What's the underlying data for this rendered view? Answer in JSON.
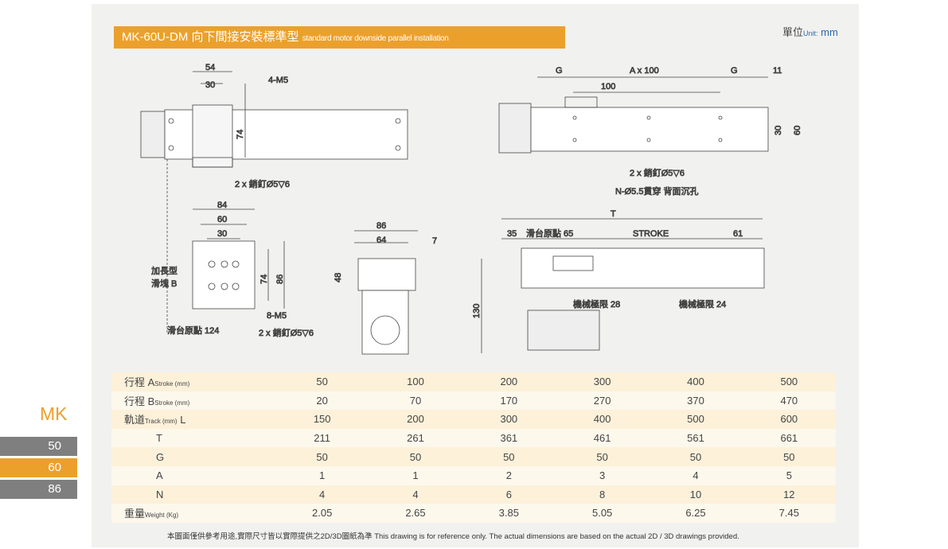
{
  "header": {
    "title_main": "MK-60U-DM 向下間接安裝標準型",
    "title_sub": "standard motor downside parallel installation",
    "unit_label": "單位",
    "unit_en": "Unit:",
    "unit_value": "mm"
  },
  "drawing": {
    "d54": "54",
    "d30": "30",
    "m5": "4-M5",
    "d74": "74",
    "pin1": "2 x 銷釘Ø5▽6",
    "d84": "84",
    "d60": "60",
    "d30b": "30",
    "d74b": "74",
    "d86": "86",
    "long_slider": "加長型",
    "slider_b": "滑塊 B",
    "m8": "8-M5",
    "pin2": "2 x 銷釘Ø5▽6",
    "origin124": "滑台原點 124",
    "w86": "86",
    "w64": "64",
    "w7": "7",
    "h48": "48",
    "G1": "G",
    "Ax100": "A x 100",
    "G2": "G",
    "d11": "11",
    "d100": "100",
    "d30c": "30",
    "d60c": "60",
    "pin3": "2 x 銷釘Ø5▽6",
    "hole": "N-Ø5.5貫穿 背面沉孔",
    "T": "T",
    "d35": "35",
    "origin65": "滑台原點 65",
    "stroke": "STROKE",
    "d61": "61",
    "h130": "130",
    "limit28": "機械極限 28",
    "limit24": "機械極限 24"
  },
  "table": {
    "rows": [
      {
        "label": "行程 A",
        "sub": "Stroke (mm)",
        "values": [
          "50",
          "100",
          "200",
          "300",
          "400",
          "500"
        ]
      },
      {
        "label": "行程 B",
        "sub": "Stroke (mm)",
        "values": [
          "20",
          "70",
          "170",
          "270",
          "370",
          "470"
        ]
      },
      {
        "label": "軌道",
        "sub": "Track (mm)",
        "suffix": " L",
        "values": [
          "150",
          "200",
          "300",
          "400",
          "500",
          "600"
        ]
      },
      {
        "label": "T",
        "values": [
          "211",
          "261",
          "361",
          "461",
          "561",
          "661"
        ]
      },
      {
        "label": "G",
        "values": [
          "50",
          "50",
          "50",
          "50",
          "50",
          "50"
        ]
      },
      {
        "label": "A",
        "values": [
          "1",
          "1",
          "2",
          "3",
          "4",
          "5"
        ]
      },
      {
        "label": "N",
        "values": [
          "4",
          "4",
          "6",
          "8",
          "10",
          "12"
        ]
      },
      {
        "label": "重量",
        "sub": "Weight (Kg)",
        "values": [
          "2.05",
          "2.65",
          "3.85",
          "5.05",
          "6.25",
          "7.45"
        ]
      }
    ]
  },
  "footer": "本圖面僅供參考用途,實際尺寸皆以實際提供之2D/3D圖紙為準 This drawing is for reference only. The actual dimensions are based on the actual 2D / 3D drawings provided.",
  "sidebar": {
    "series": "MK",
    "items": [
      "50",
      "60",
      "86"
    ],
    "active": "60"
  }
}
